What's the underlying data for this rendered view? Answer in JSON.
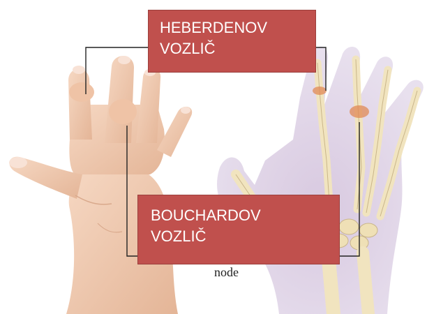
{
  "labels": {
    "heberden_line1": "HEBERDENOV",
    "heberden_line2": "VOZLIČ",
    "bouchard_line1": "BOUCHARDOV",
    "bouchard_line2": "VOZLIČ"
  },
  "caption": "node",
  "colors": {
    "label_box": "#c0504d",
    "label_text": "#ffffff",
    "skin": "#efc8ae",
    "xray_background": "#d9cce2",
    "bone": "#f1e4bf",
    "inflamed_joint": "#e08a55"
  }
}
